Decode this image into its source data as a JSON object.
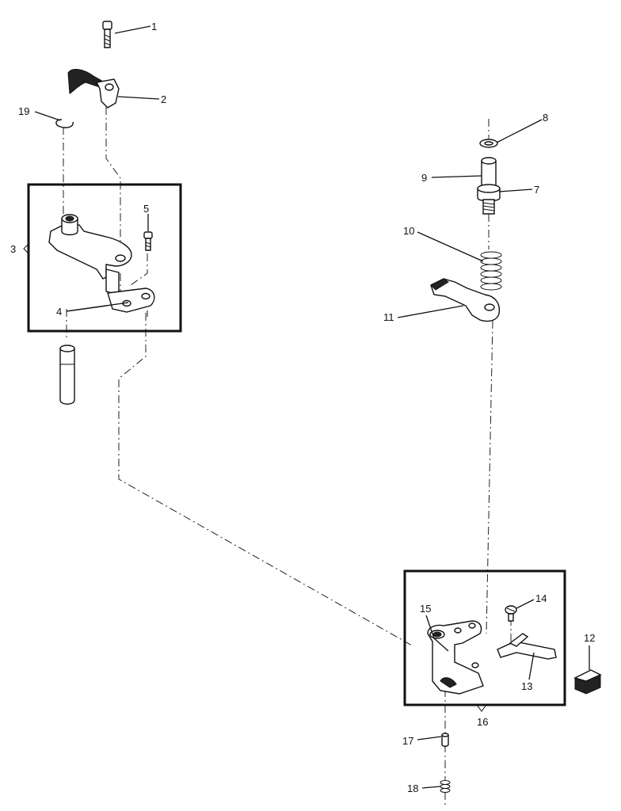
{
  "callouts": [
    {
      "id": "c1",
      "text": "1"
    },
    {
      "id": "c2",
      "text": "2"
    },
    {
      "id": "c3",
      "text": "3"
    },
    {
      "id": "c4",
      "text": "4"
    },
    {
      "id": "c5",
      "text": "5"
    },
    {
      "id": "c7",
      "text": "7"
    },
    {
      "id": "c8",
      "text": "8"
    },
    {
      "id": "c9",
      "text": "9"
    },
    {
      "id": "c10",
      "text": "10"
    },
    {
      "id": "c11",
      "text": "11"
    },
    {
      "id": "c12",
      "text": "12"
    },
    {
      "id": "c13",
      "text": "13"
    },
    {
      "id": "c14",
      "text": "14"
    },
    {
      "id": "c15",
      "text": "15"
    },
    {
      "id": "c16",
      "text": "16"
    },
    {
      "id": "c17",
      "text": "17"
    },
    {
      "id": "c18",
      "text": "18"
    },
    {
      "id": "c19",
      "text": "19"
    }
  ]
}
